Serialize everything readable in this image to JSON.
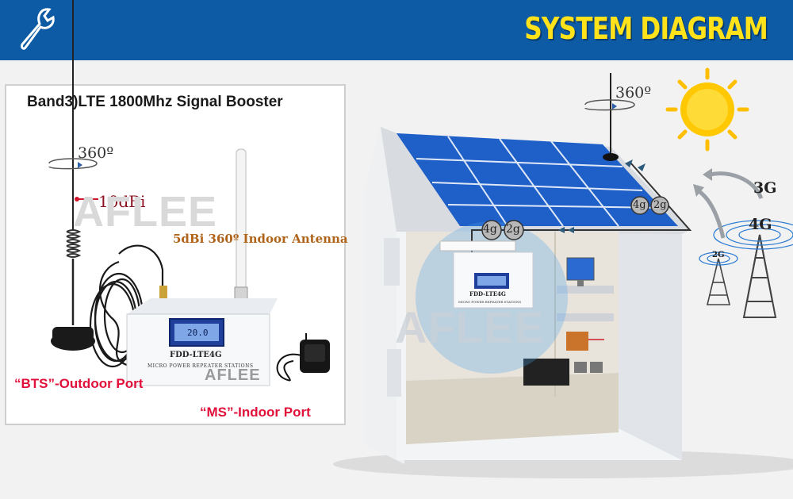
{
  "header": {
    "title": "SYSTEM DIAGRAM",
    "icon": "wrench-icon",
    "bg_color": "#0d5ba5",
    "title_color": "#ffe21a"
  },
  "product": {
    "title": "Band3)LTE 1800Mhz Signal Booster",
    "rotation_label": "360º",
    "gain_label": "10dBi",
    "indoor_antenna_label": "5dBi 360º Indoor Antenna",
    "device_model": "FDD-LTE4G",
    "device_subtitle": "MICRO POWER REPEATER STATIONS",
    "device_readout": "20.0",
    "brand": "AFLEE",
    "outdoor_port_label": "“BTS”-Outdoor Port",
    "indoor_port_label": "“MS”-Indoor Port",
    "port_label_color": "#e0103a"
  },
  "diagram": {
    "roof_rotation_label": "360º",
    "roof_badges": [
      "4g",
      "2g"
    ],
    "indoor_badges": [
      "4g",
      "2g"
    ],
    "device_model": "FDD-LTE4G",
    "device_subtitle": "MICRO POWER REPEATER STATIONS",
    "tower_labels": [
      "3G",
      "4G",
      "2G"
    ],
    "watermark": "AFLEE"
  }
}
